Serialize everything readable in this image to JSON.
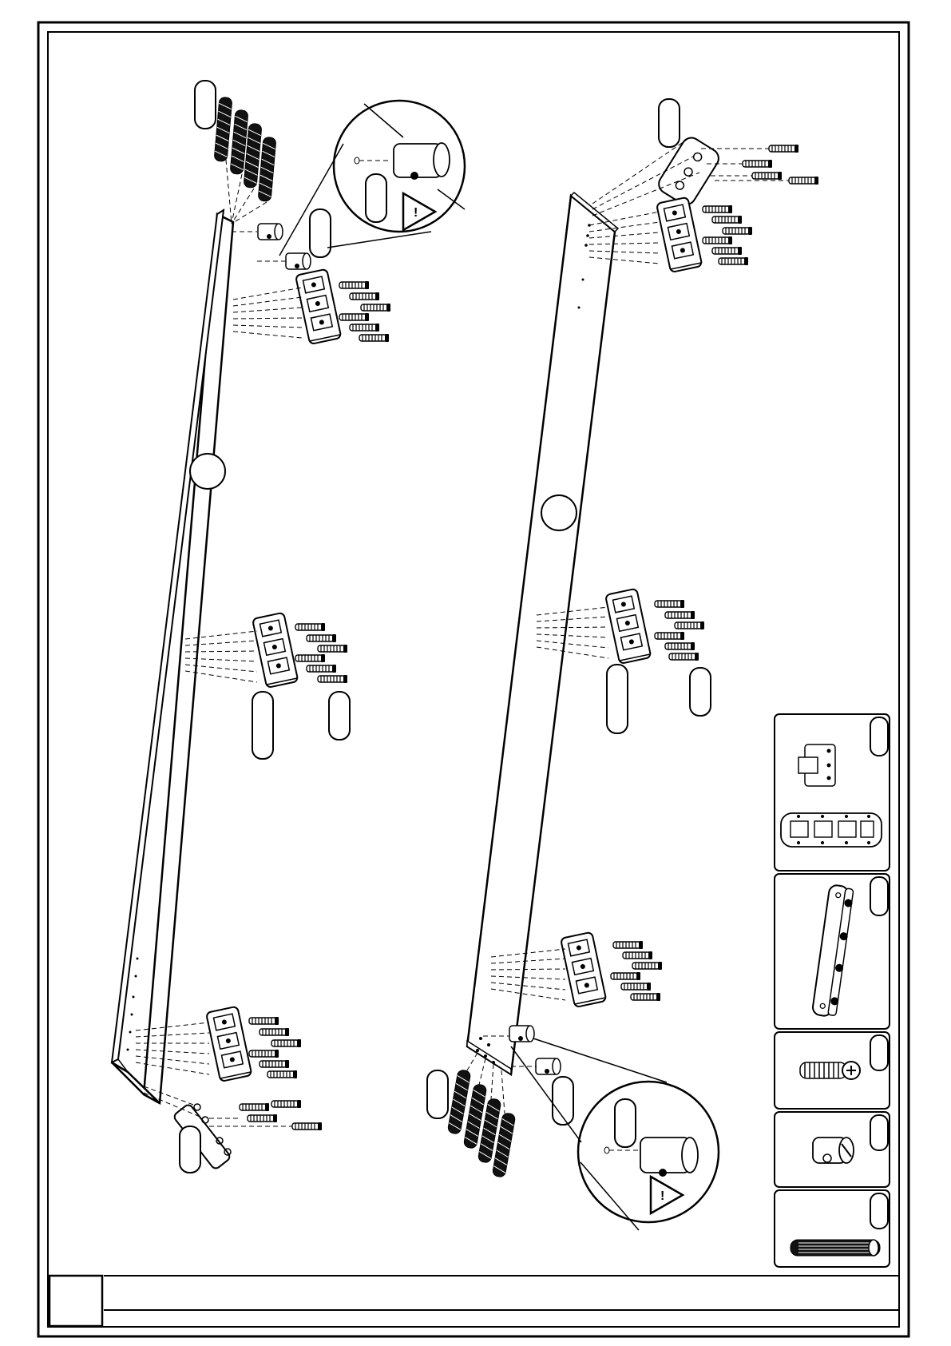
{
  "page": {
    "page_number": "",
    "footer_text": ""
  },
  "callouts": [],
  "parts_legend": [
    {
      "name": "cam-plate-bracket",
      "icon": "cam-plate-icon",
      "label": ""
    },
    {
      "name": "long-connector-bracket",
      "icon": "long-bracket-icon",
      "label": ""
    },
    {
      "name": "screw",
      "icon": "screw-icon",
      "label": ""
    },
    {
      "name": "barrel-nut",
      "icon": "barrel-nut-icon",
      "label": ""
    },
    {
      "name": "wooden-dowel",
      "icon": "dowel-icon",
      "label": ""
    }
  ],
  "colors": {
    "line": "#000000",
    "paper": "#ffffff"
  }
}
